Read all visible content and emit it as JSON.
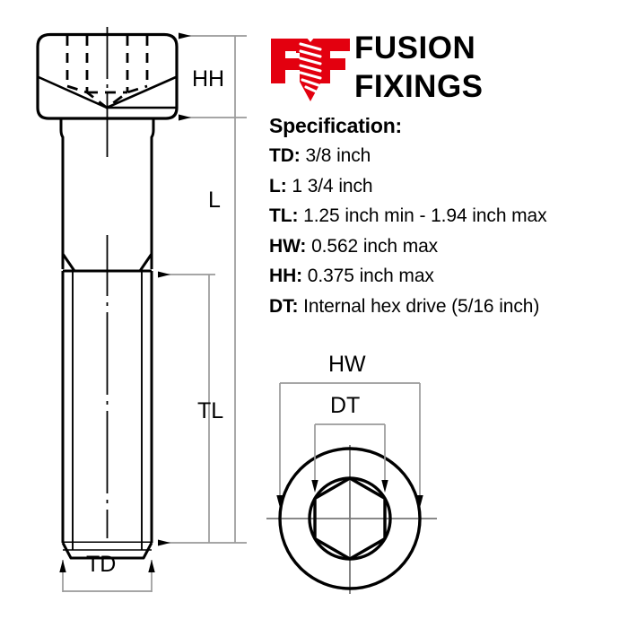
{
  "brand": {
    "logo_icon": "fusion-fixings-screw-logo",
    "line1": "FUSION",
    "line2": "FIXINGS",
    "accent_color": "#e3000f",
    "text_color": "#111111"
  },
  "spec": {
    "title": "Specification:",
    "rows": [
      {
        "key": "TD:",
        "value": "3/8 inch"
      },
      {
        "key": "L:",
        "value": "1 3/4 inch"
      },
      {
        "key": "TL:",
        "value": "1.25 inch min - 1.94 inch max"
      },
      {
        "key": "HW:",
        "value": "0.562 inch max"
      },
      {
        "key": "HH:",
        "value": "0.375 inch max"
      },
      {
        "key": "DT:",
        "value": "Internal hex drive (5/16 inch)"
      }
    ]
  },
  "drawing": {
    "side_view": {
      "labels": {
        "head_height": "HH",
        "length": "L",
        "thread_length": "TL",
        "thread_diameter": "TD"
      }
    },
    "end_view": {
      "labels": {
        "head_width": "HW",
        "drive_type": "DT"
      }
    },
    "line_color": "#000000",
    "dim_line_color": "#808080"
  }
}
